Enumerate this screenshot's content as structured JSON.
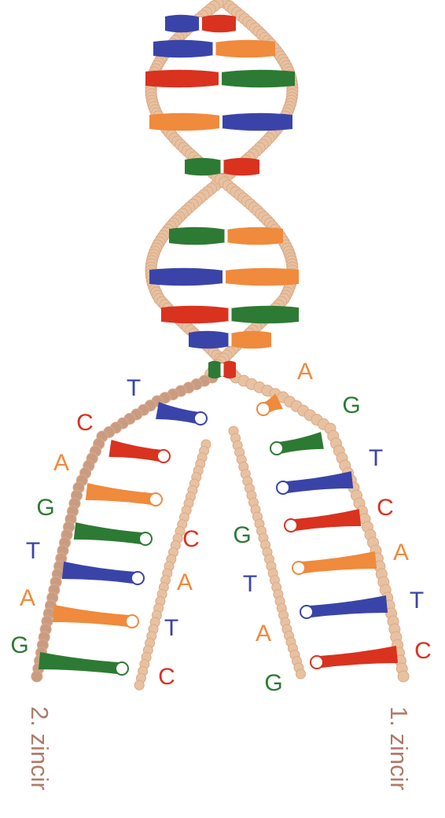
{
  "colors": {
    "A": "#f08a3c",
    "T": "#3a44a8",
    "G": "#2d7a34",
    "C": "#d9321f",
    "backbone": "#e8c2a0",
    "backbone_dark": "#c99c82",
    "label_brown": "#b07b68"
  },
  "strand_labels": {
    "left": "2. zincir",
    "right": "1. zincir"
  },
  "outer_left_bases": [
    "T",
    "C",
    "A",
    "G",
    "T",
    "A",
    "G"
  ],
  "outer_right_bases": [
    "A",
    "G",
    "T",
    "C",
    "A",
    "T",
    "C"
  ],
  "inner_left_bases": [
    "C",
    "A",
    "T",
    "C"
  ],
  "inner_right_bases": [
    "G",
    "T",
    "A",
    "G"
  ],
  "helix_rungs": [
    {
      "left": "T",
      "right": "C"
    },
    {
      "left": "T",
      "right": "A"
    },
    {
      "left": "C",
      "right": "G"
    },
    {
      "left": "A",
      "right": "T"
    },
    {
      "left": "G",
      "right": "C"
    },
    {
      "left": "G",
      "right": "A"
    },
    {
      "left": "T",
      "right": "A"
    },
    {
      "left": "C",
      "right": "G"
    },
    {
      "left": "T",
      "right": "A"
    },
    {
      "left": "G",
      "right": "C"
    }
  ]
}
